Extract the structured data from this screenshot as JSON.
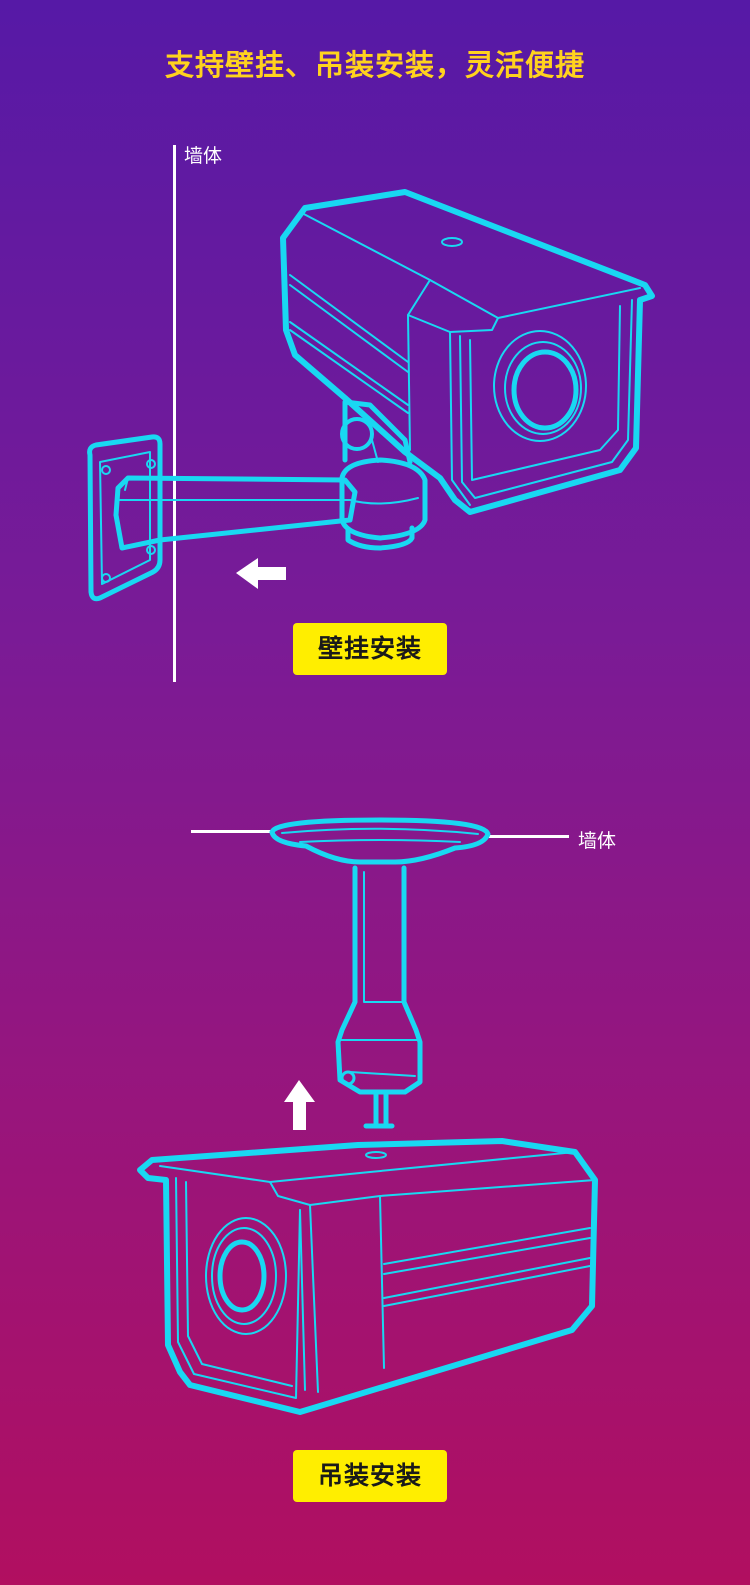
{
  "headline": "支持壁挂、吊装安装，灵活便捷",
  "wall_mount": {
    "wall_label": "墙体",
    "tag": "壁挂安装"
  },
  "ceiling_mount": {
    "wall_label": "墙体",
    "tag": "吊装安装"
  },
  "colors": {
    "outline": "#19d8f2",
    "tag_bg": "#ffee00",
    "headline": "#ffd21e"
  }
}
